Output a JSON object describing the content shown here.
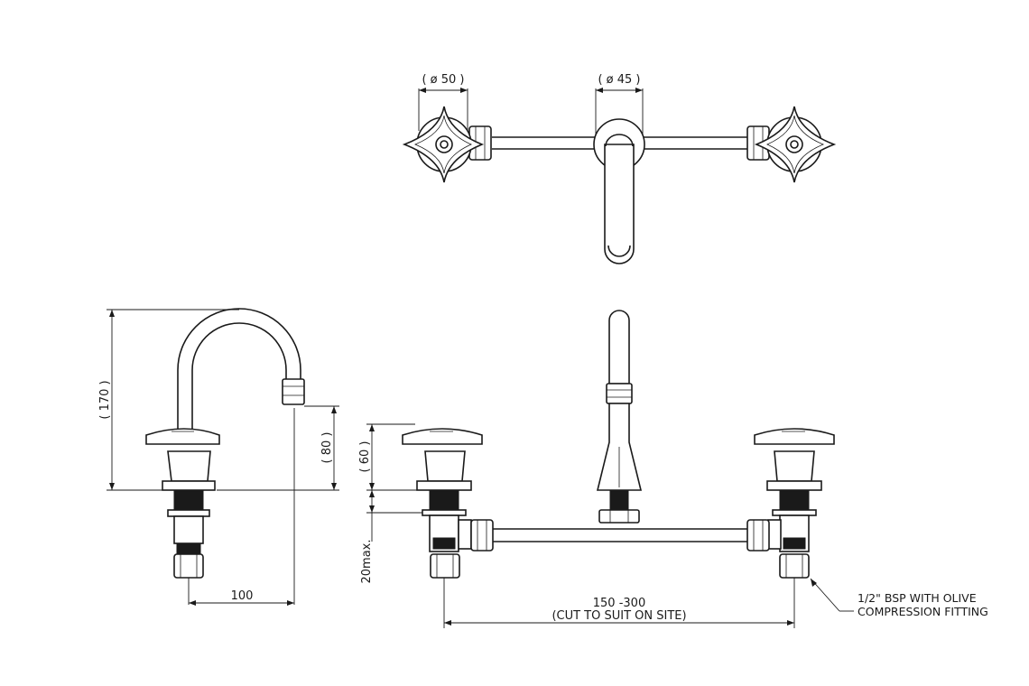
{
  "dimensions": {
    "handle_diameter": "( ø 50 )",
    "spout_diameter": "( ø 45 )",
    "overall_height": "( 170 )",
    "spout_outlet_height": "( 80 )",
    "handle_height": "( 60 )",
    "mounting_depth": "20max.",
    "spout_reach": "100",
    "centres_range": "150 -300",
    "centres_note": "(CUT TO SUIT ON SITE)"
  },
  "callout": {
    "line1": "1/2\" BSP WITH OLIVE",
    "line2": "COMPRESSION FITTING"
  },
  "views": [
    "top-view",
    "side-view",
    "front-view"
  ],
  "colors": {
    "line": "#1a1a1a",
    "background": "#ffffff"
  }
}
